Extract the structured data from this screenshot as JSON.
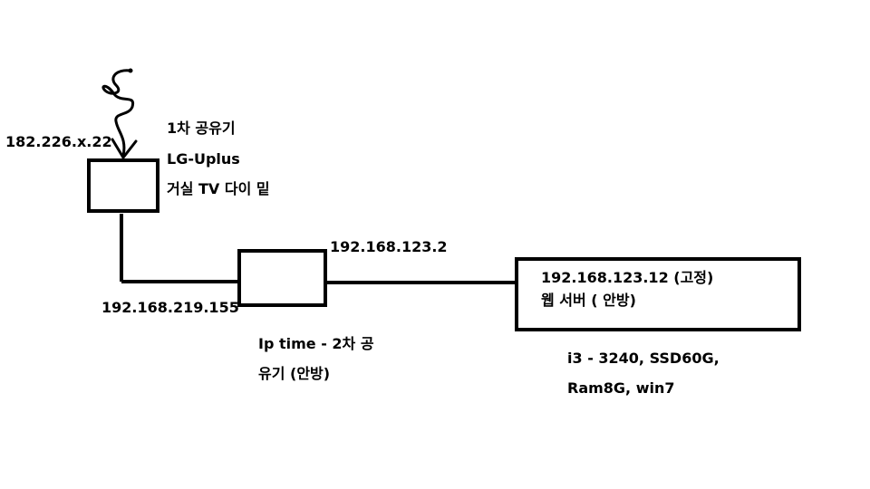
{
  "diagram": {
    "isp_ip": "182.226.x.22",
    "router1": {
      "line1": "1차 공유기",
      "line2": "LG-Uplus",
      "line3": "거실 TV 다이 밑"
    },
    "router1_lan_ip": "192.168.219.155",
    "router2_wan_ip": "192.168.123.2",
    "router2": {
      "line1": "Ip time - 2차 공",
      "line2": "유기 (안방)"
    },
    "server": {
      "ip": "192.168.123.12 (고정)",
      "role": "웹 서버 ( 안방)"
    },
    "server_specs": {
      "line1": "i3 - 3240, SSD60G,",
      "line2": "Ram8G, win7"
    }
  }
}
